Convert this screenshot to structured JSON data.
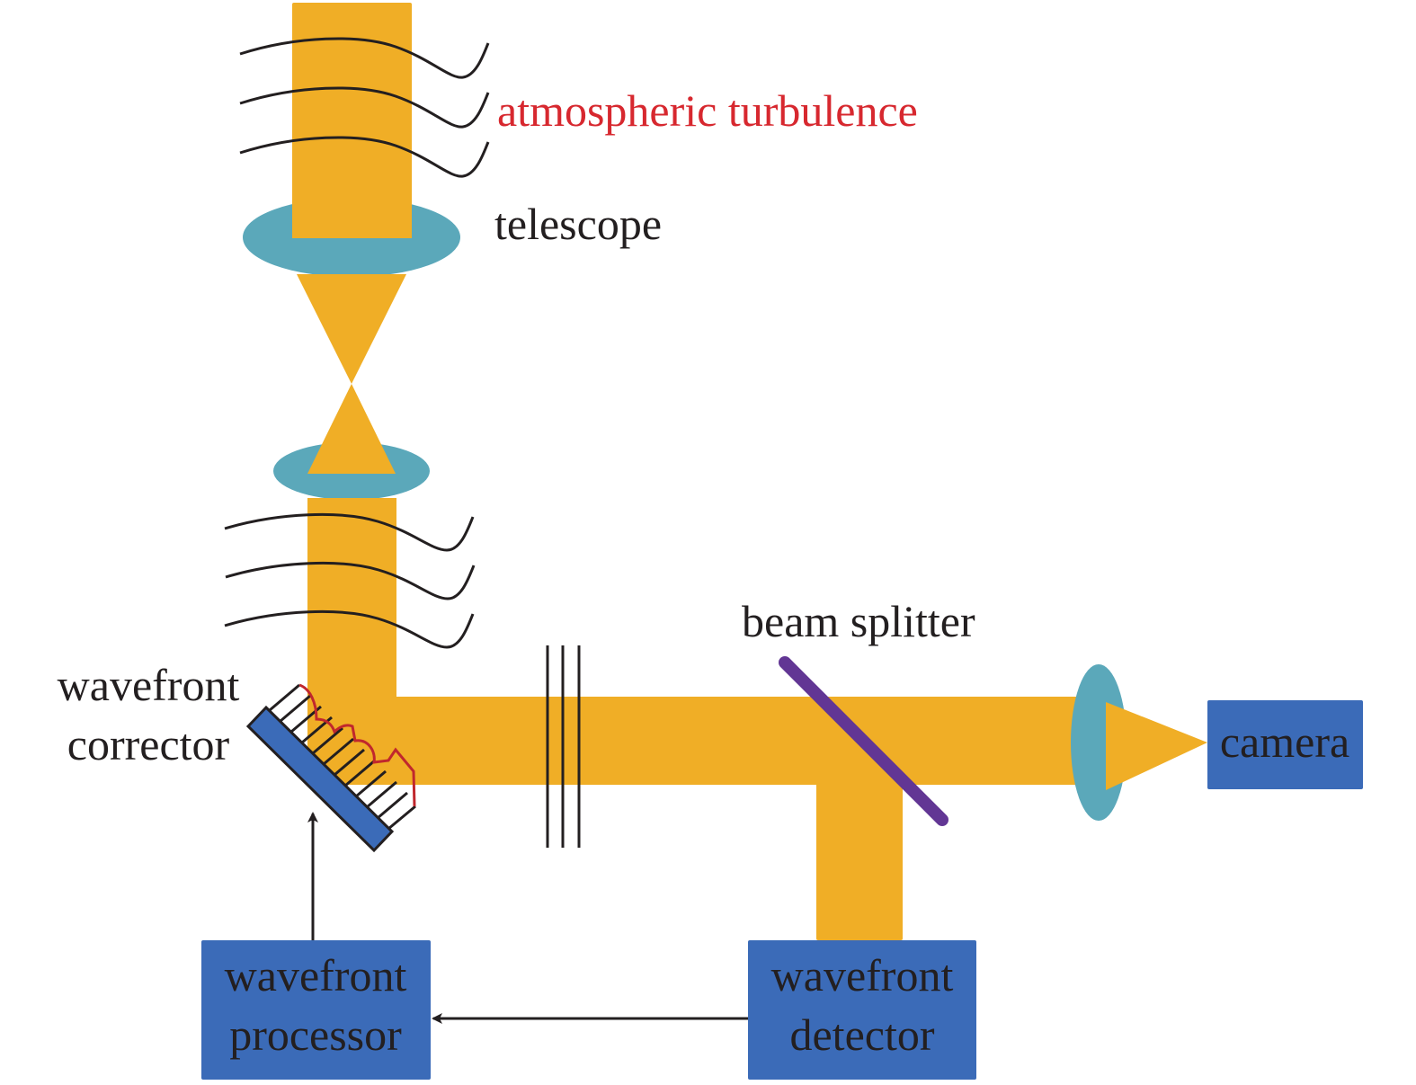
{
  "title": "Adaptive optics system schematic",
  "colors": {
    "beam": "#f0ae26",
    "lens": "#5ba8ba",
    "box": "#3b6bb8",
    "beam_splitter": "#623694",
    "turbulence_label": "#d7282f",
    "wavefront_distortion": "#c0272d",
    "line": "#231f20"
  },
  "labels": {
    "atmospheric_turbulence": "atmospheric turbulence",
    "telescope": "telescope",
    "beam_splitter": "beam splitter",
    "wavefront_corrector_line1": "wavefront",
    "wavefront_corrector_line2": "corrector"
  },
  "boxes": {
    "camera": {
      "line1": "camera"
    },
    "wavefront_processor": {
      "line1": "wavefront",
      "line2": "processor"
    },
    "wavefront_detector": {
      "line1": "wavefront",
      "line2": "detector"
    }
  },
  "connections": [
    {
      "from": "wavefront detector",
      "to": "wavefront processor"
    },
    {
      "from": "wavefront processor",
      "to": "wavefront corrector"
    }
  ]
}
